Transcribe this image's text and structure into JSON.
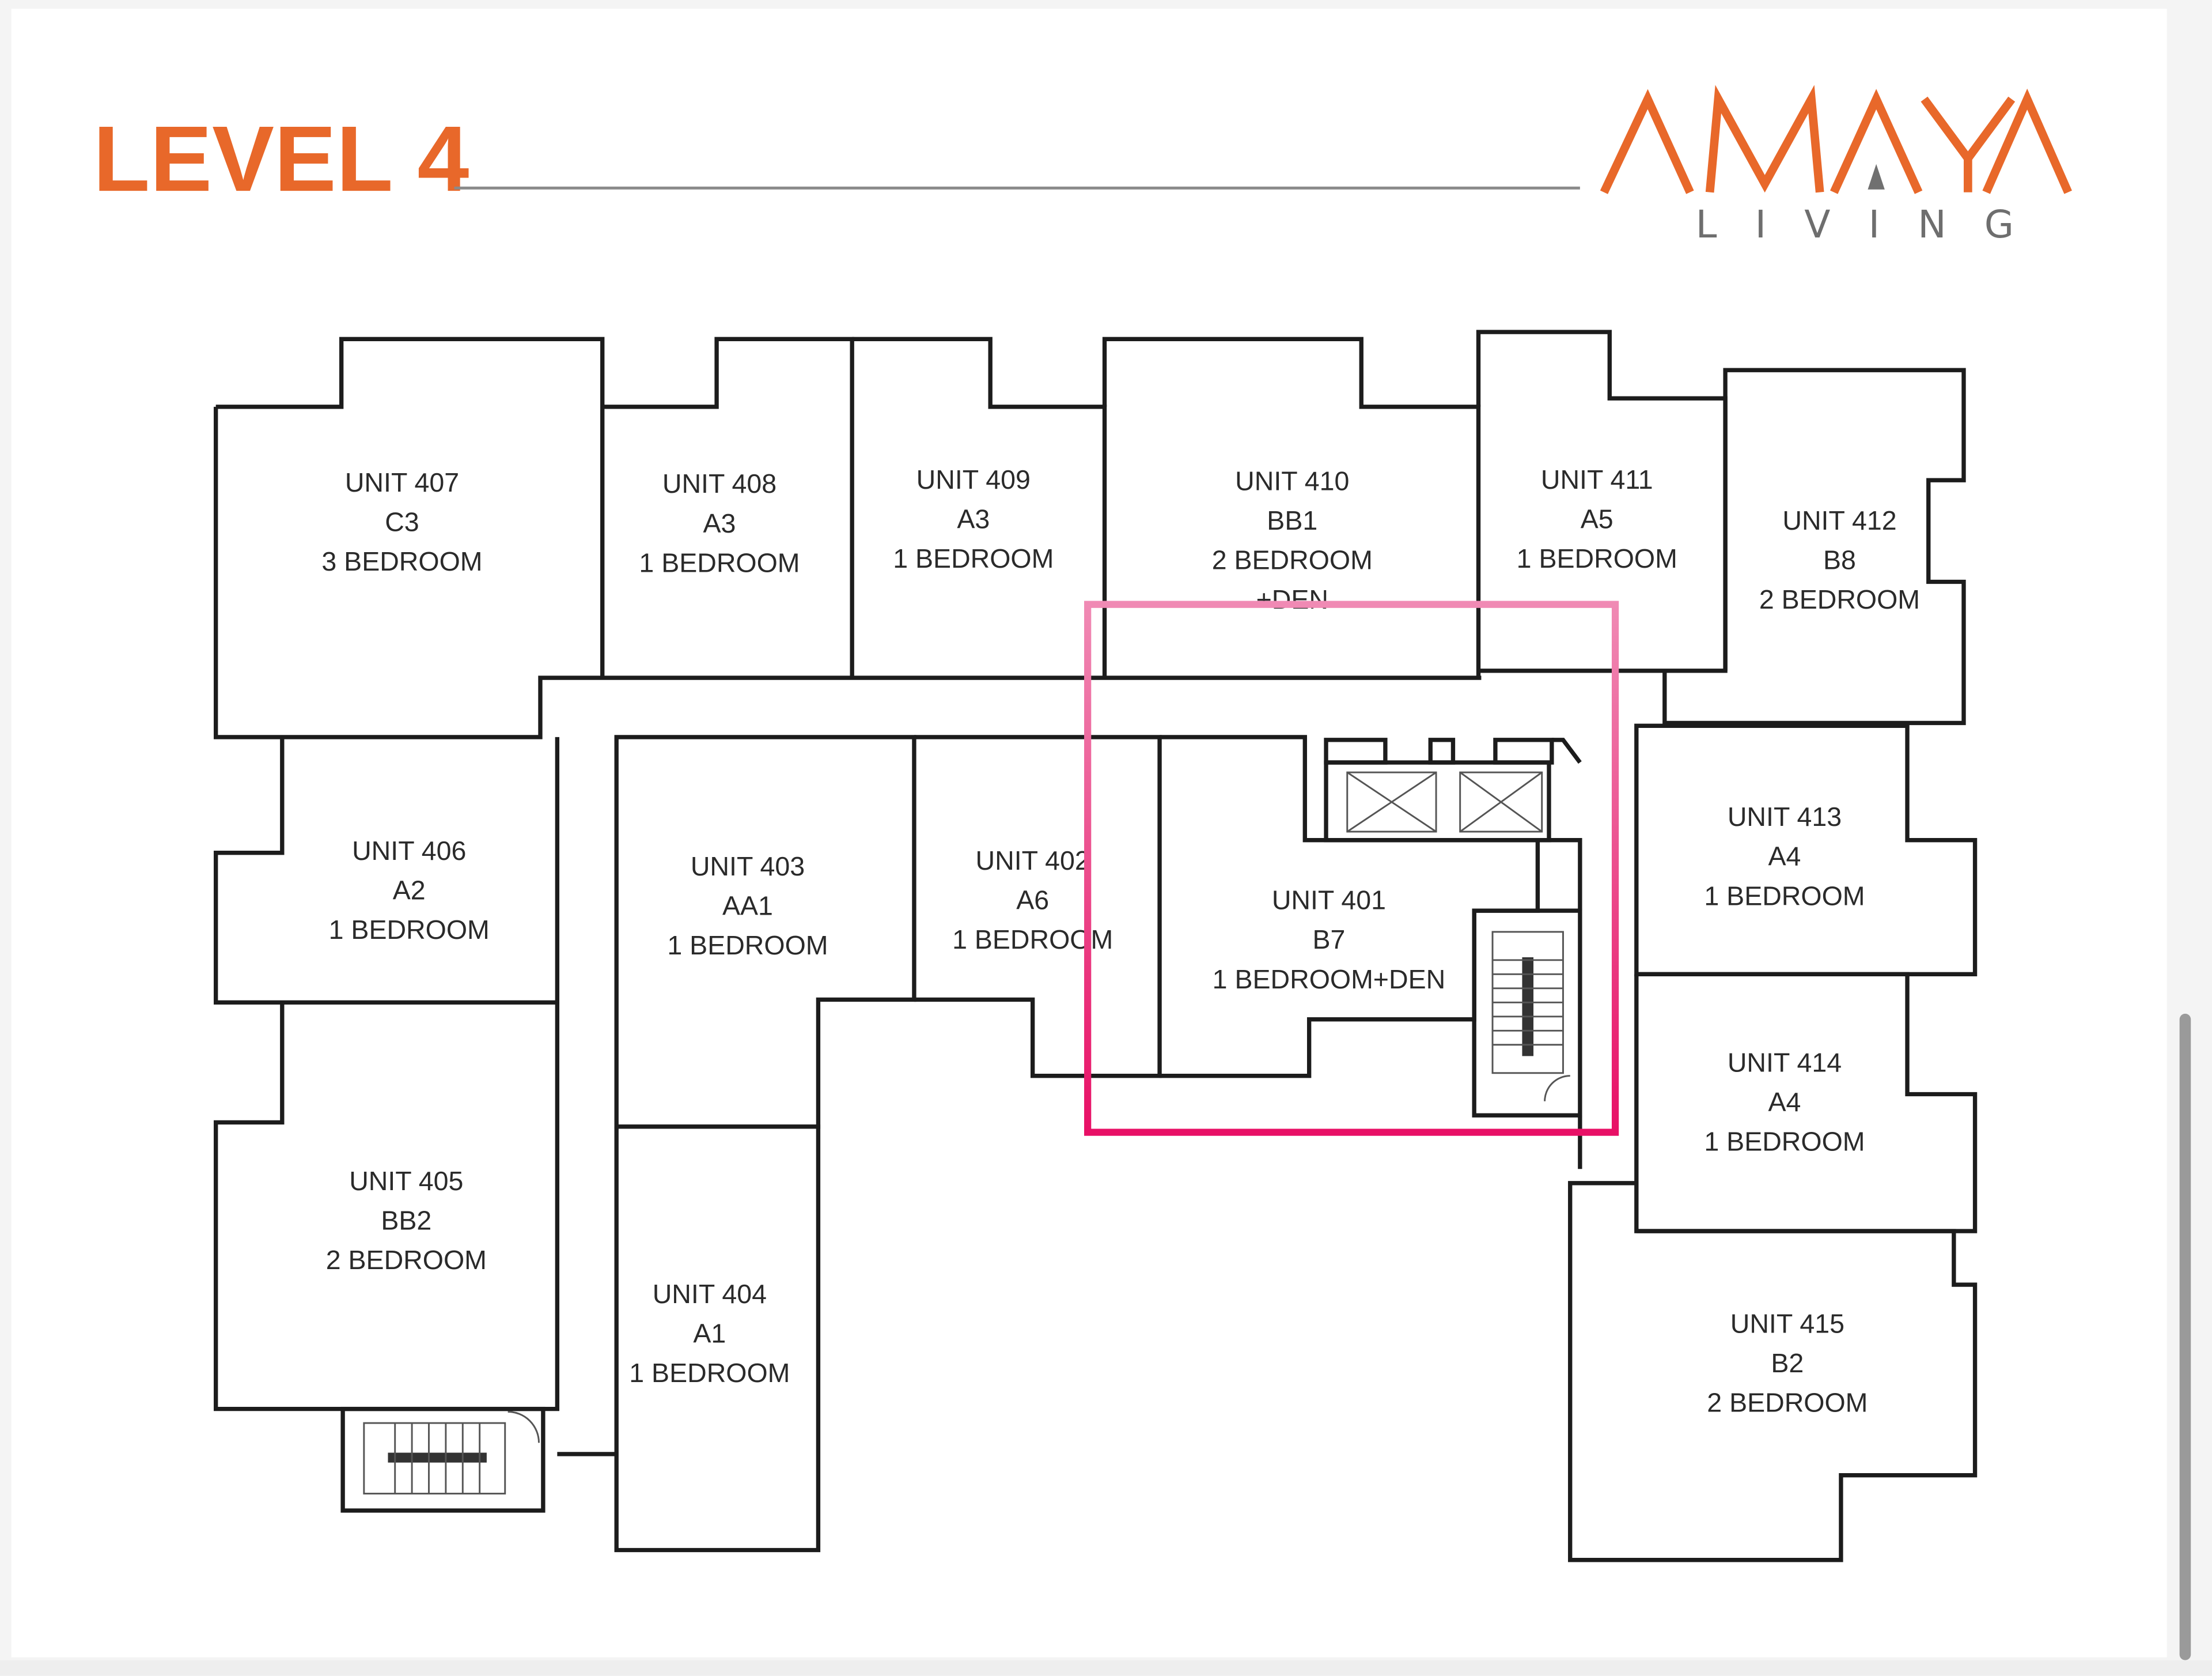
{
  "header": {
    "title": "LEVEL 4",
    "logo_main": "AMAYA",
    "logo_sub": "LIVING"
  },
  "colors": {
    "title": "#e8682a",
    "logo_accent": "#e8682a",
    "logo_gray": "#6e6e6e",
    "highlight_top": "#f08ab4",
    "highlight_bottom": "#e81066",
    "walls": "#1c1c1c"
  },
  "units": {
    "u407": {
      "name": "UNIT 407",
      "type": "C3",
      "beds": "3 BEDROOM"
    },
    "u408": {
      "name": "UNIT 408",
      "type": "A3",
      "beds": "1 BEDROOM"
    },
    "u409": {
      "name": "UNIT 409",
      "type": "A3",
      "beds": "1 BEDROOM"
    },
    "u410": {
      "name": "UNIT 410",
      "type": "BB1",
      "beds": "2 BEDROOM",
      "extra": "+DEN"
    },
    "u411": {
      "name": "UNIT 411",
      "type": "A5",
      "beds": "1 BEDROOM"
    },
    "u412": {
      "name": "UNIT 412",
      "type": "B8",
      "beds": "2 BEDROOM"
    },
    "u406": {
      "name": "UNIT 406",
      "type": "A2",
      "beds": "1 BEDROOM"
    },
    "u403": {
      "name": "UNIT 403",
      "type": "AA1",
      "beds": "1 BEDROOM"
    },
    "u402": {
      "name": "UNIT 402",
      "type": "A6",
      "beds": "1 BEDROOM"
    },
    "u401": {
      "name": "UNIT 401",
      "type": "B7",
      "beds": "1 BEDROOM+DEN"
    },
    "u413": {
      "name": "UNIT 413",
      "type": "A4",
      "beds": "1 BEDROOM"
    },
    "u414": {
      "name": "UNIT 414",
      "type": "A4",
      "beds": "1 BEDROOM"
    },
    "u405": {
      "name": "UNIT 405",
      "type": "BB2",
      "beds": "2 BEDROOM"
    },
    "u404": {
      "name": "UNIT 404",
      "type": "A1",
      "beds": "1 BEDROOM"
    },
    "u415": {
      "name": "UNIT 415",
      "type": "B2",
      "beds": "2 BEDROOM"
    }
  },
  "highlighted_unit": "UNIT 401"
}
